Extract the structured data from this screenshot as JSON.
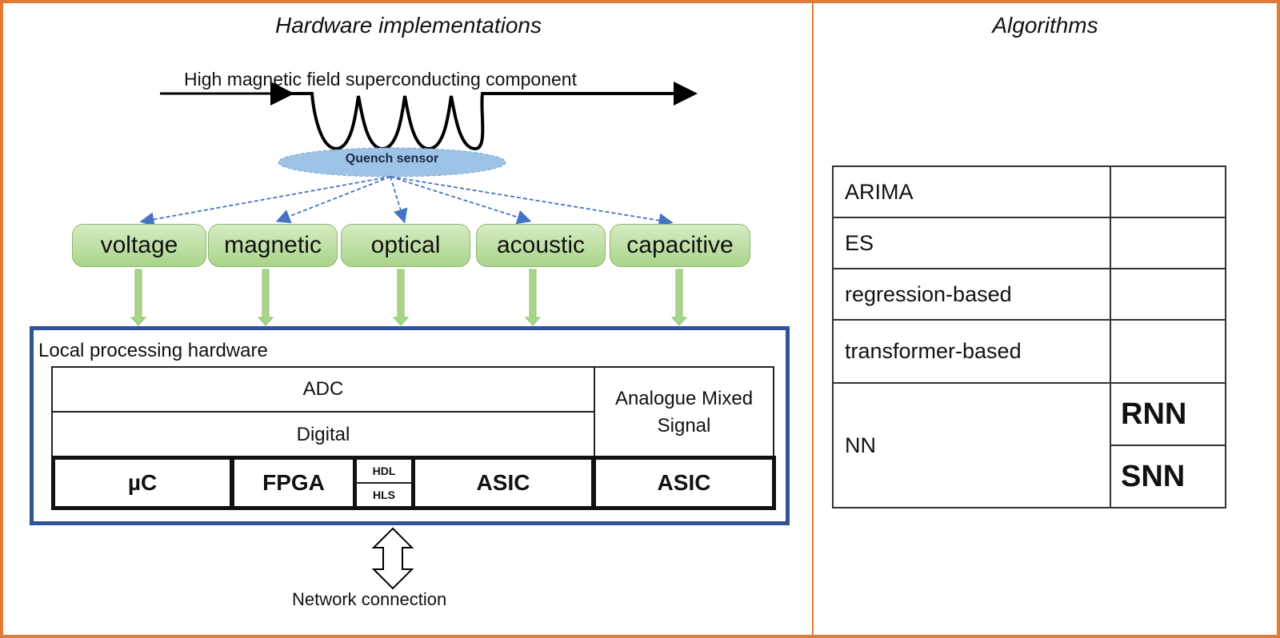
{
  "panels": {
    "hardware_title": "Hardware implementations",
    "algorithms_title": "Algorithms"
  },
  "component": {
    "label": "High magnetic field superconducting  component",
    "sensor_label": "Quench sensor"
  },
  "sensors": [
    {
      "label": "voltage"
    },
    {
      "label": "magnetic"
    },
    {
      "label": "optical"
    },
    {
      "label": "acoustic"
    },
    {
      "label": "capacitive"
    }
  ],
  "local_processing": {
    "title": "Local processing hardware",
    "adc": "ADC",
    "digital": "Digital",
    "analogue": "Analogue Mixed Signal",
    "devices": {
      "uc": "µC",
      "fpga": "FPGA",
      "hdl": "HDL",
      "hls": "HLS",
      "asic_digital": "ASIC",
      "asic_analogue": "ASIC"
    }
  },
  "network": {
    "label": "Network connection"
  },
  "algorithms": {
    "rows": [
      {
        "label": "ARIMA",
        "detail": ""
      },
      {
        "label": "ES",
        "detail": ""
      },
      {
        "label": "regression-based",
        "detail": ""
      },
      {
        "label": "transformer-based",
        "detail": ""
      }
    ],
    "nn": {
      "label": "NN",
      "subtypes": [
        "RNN",
        "SNN"
      ]
    }
  },
  "colors": {
    "frame": "#e07b35",
    "local_box": "#2f529a",
    "sensor_fill": "#a9d48a",
    "ellipse_fill": "#9dc3e6",
    "dashed_arrow": "#4472c4",
    "green_arrow": "#8cc66a"
  }
}
